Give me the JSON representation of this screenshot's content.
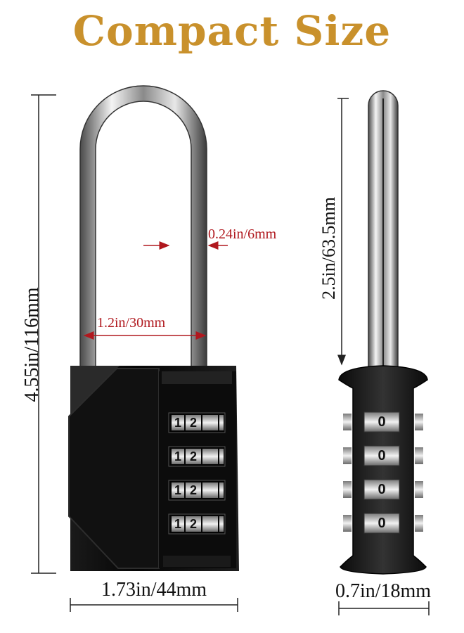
{
  "title": "Compact Size",
  "colors": {
    "title": "#c9912c",
    "inner_dimension": "#b0181e",
    "lock_body": "#0d0d0d",
    "shackle": "#c8c8c8"
  },
  "dimensions": {
    "total_height": "4.55in/116mm",
    "body_width": "1.73in/44mm",
    "shackle_diameter": "0.24in/6mm",
    "shackle_inner_width": "1.2in/30mm",
    "shackle_clearance": "2.5in/63.5mm",
    "body_thickness": "0.7in/18mm"
  },
  "front_wheels": [
    {
      "left": "1",
      "right": "2"
    },
    {
      "left": "1",
      "right": "2"
    },
    {
      "left": "1",
      "right": "2"
    },
    {
      "left": "1",
      "right": "2"
    }
  ],
  "side_wheels": [
    "0",
    "0",
    "0",
    "0"
  ]
}
